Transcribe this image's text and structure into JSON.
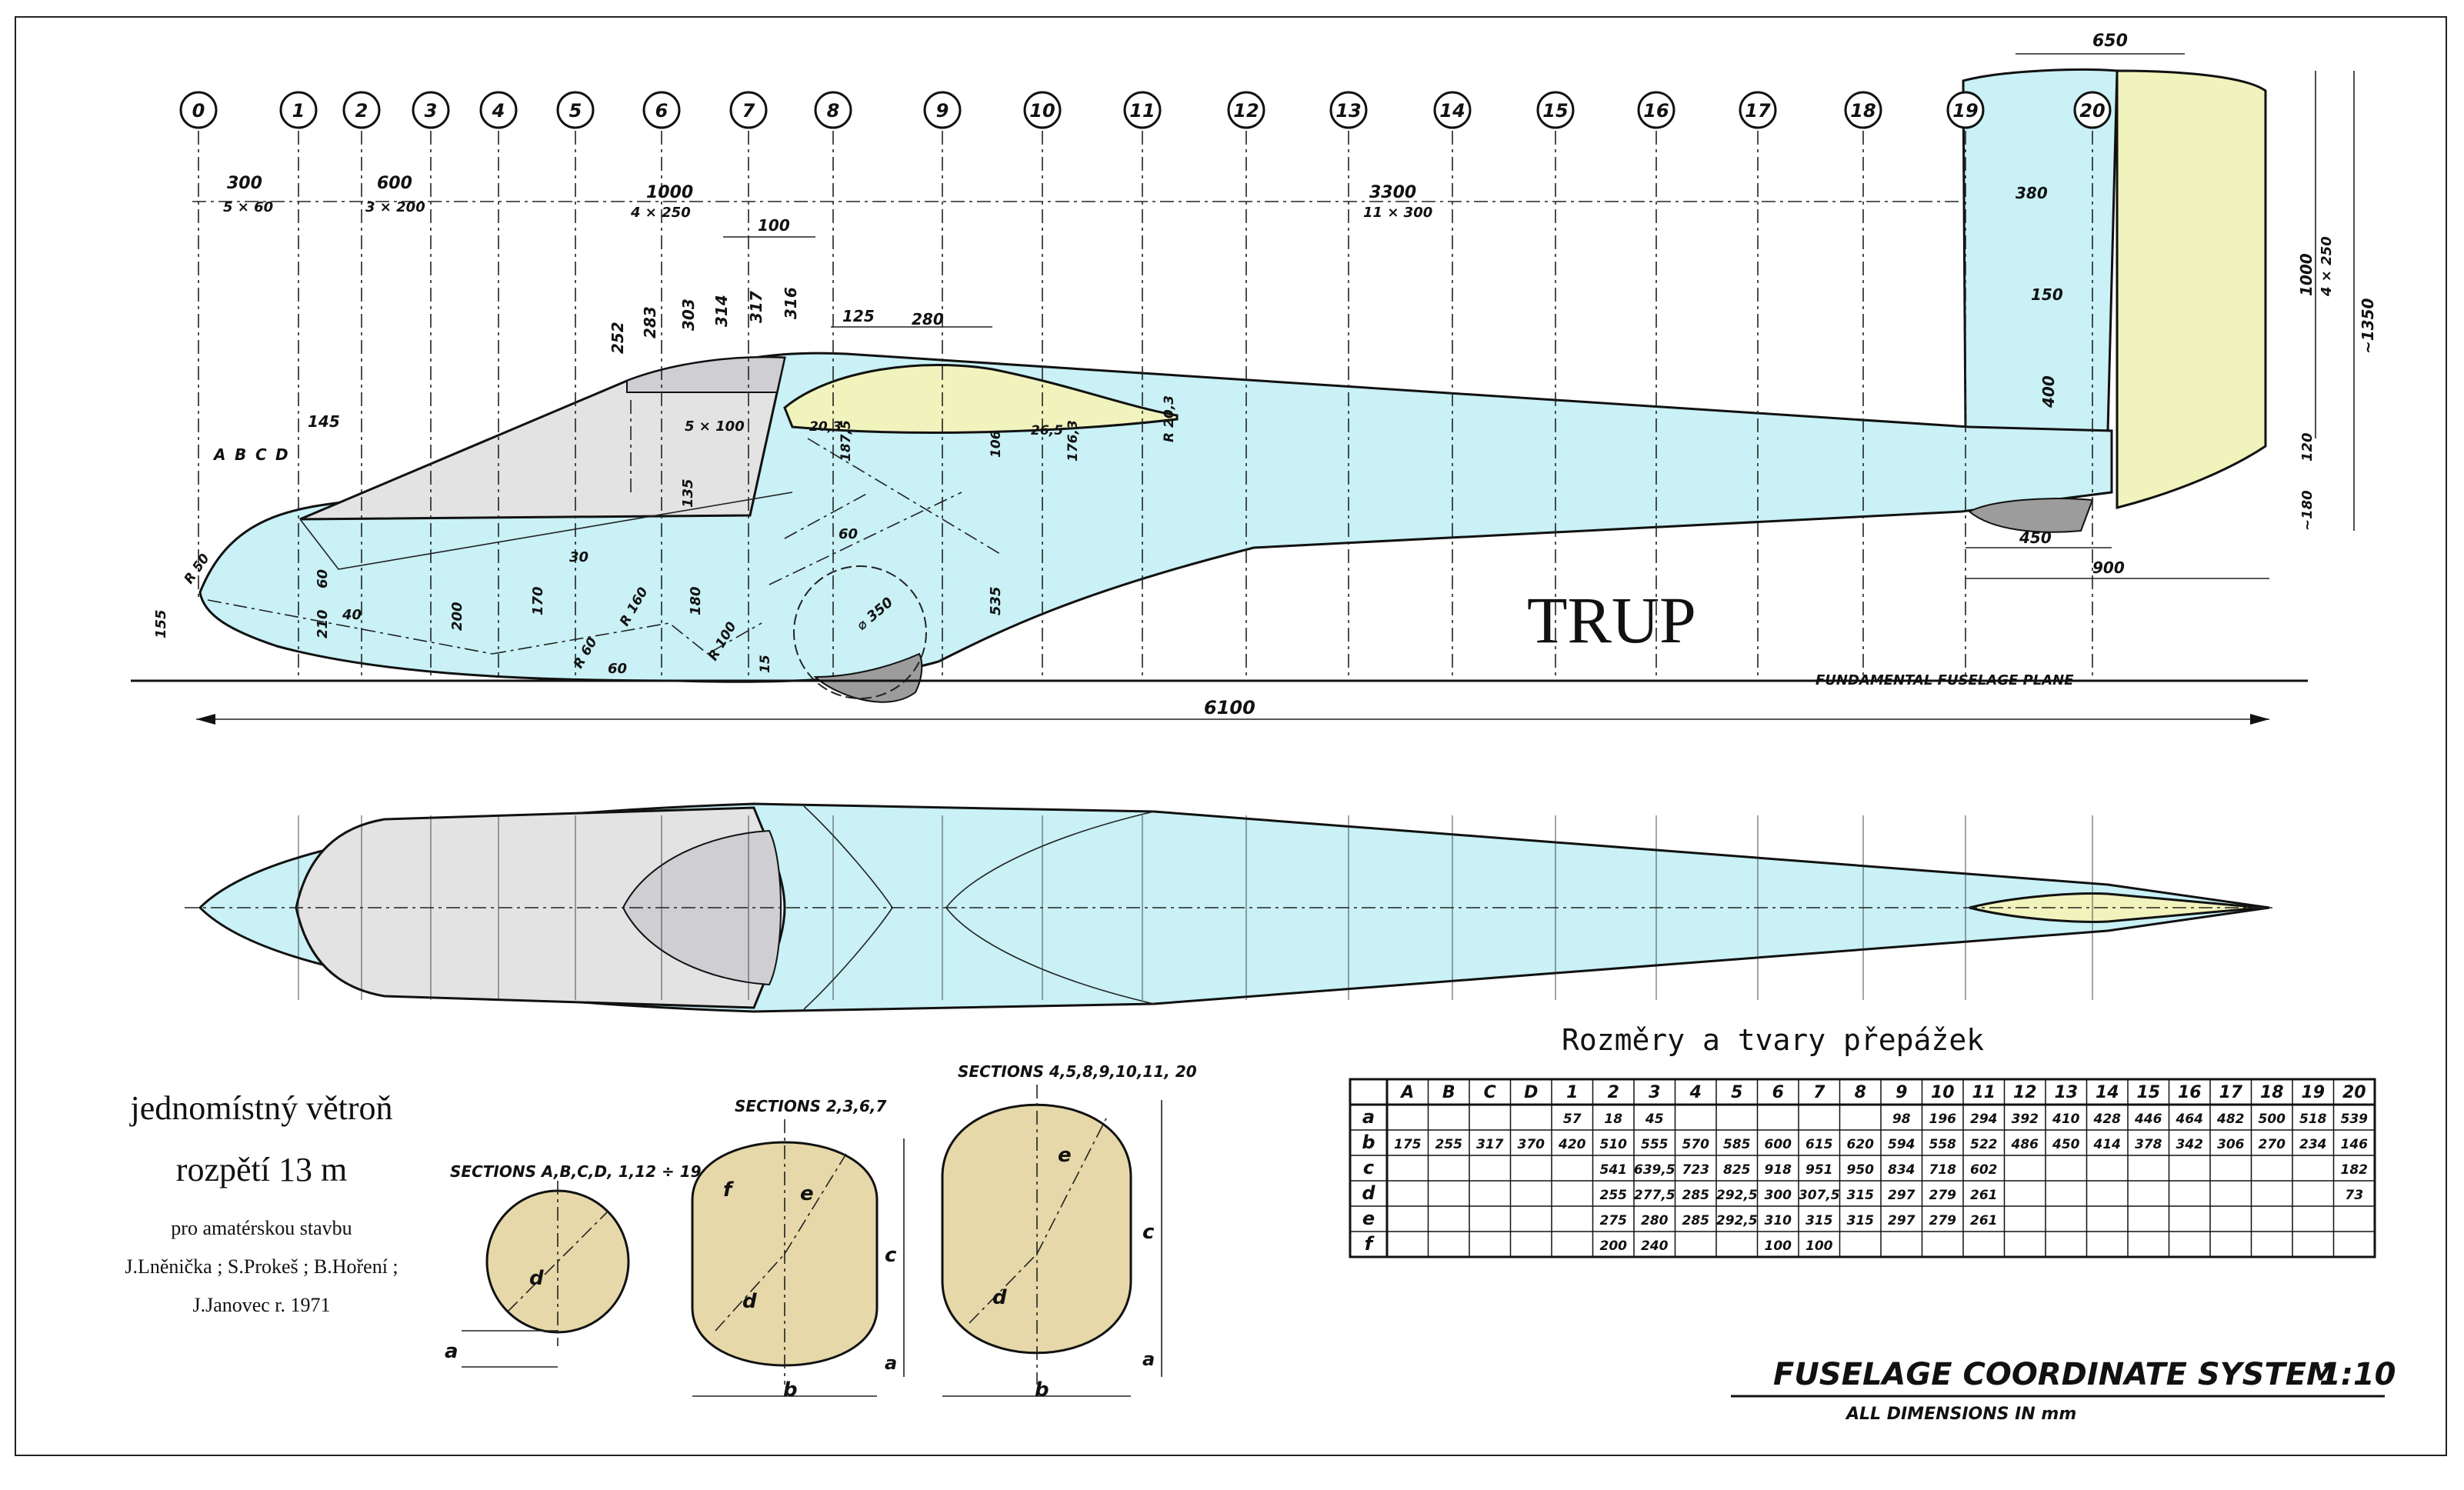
{
  "title": "TRUP",
  "stations": [
    "0",
    "1",
    "2",
    "3",
    "4",
    "5",
    "6",
    "7",
    "8",
    "9",
    "10",
    "11",
    "12",
    "13",
    "14",
    "15",
    "16",
    "17",
    "18",
    "19",
    "20"
  ],
  "stations_extra": {
    "A": "A",
    "B": "B",
    "C": "C",
    "D": "D"
  },
  "dimensions": {
    "d300": "300",
    "d5x60": "5 × 60",
    "d600": "600",
    "d3x200": "3 × 200",
    "d1000": "1000",
    "d4x250": "4 × 250",
    "d3300": "3300",
    "d11x300": "11 × 300",
    "d100": "100",
    "d252": "252",
    "d283": "283",
    "d303": "303",
    "d314": "314",
    "d317": "317",
    "d316": "316",
    "d125": "125",
    "d280": "280",
    "d145": "145",
    "d5x100": "5 × 100",
    "d203": "20,3",
    "d1875": "187,5",
    "d106": "106",
    "d265": "26,5",
    "d1763": "176,3",
    "r203": "R 20,3",
    "d135": "135",
    "d60a": "60",
    "d30": "30",
    "d60b": "60",
    "d210": "210",
    "d40": "40",
    "d200": "200",
    "d170": "170",
    "r60": "R 60",
    "r160": "R 160",
    "d180": "180",
    "r100": "R 100",
    "d60c": "60",
    "d15": "15",
    "d350": "⌀ 350",
    "d535": "535",
    "d250": "R 50",
    "d155": "155",
    "d6100": "6100",
    "d650": "650",
    "d380": "380",
    "d150": "150",
    "d400": "400",
    "d1000b": "1000",
    "d4x250b": "4 × 250",
    "d1350": "~1350",
    "d120": "120",
    "d180b": "~180",
    "d450": "450",
    "d900": "900"
  },
  "fundamental_plane": "FUNDAMENTAL FUSELAGE PLANE",
  "info": {
    "line1": "jednomístný větroň",
    "line2": "rozpětí 13 m",
    "line3": "pro amatérskou stavbu",
    "line4": "J.Lněnička ; S.Prokeš ; B.Hoření ;",
    "line5": "J.Janovec r. 1971"
  },
  "sections": {
    "s1": "SECTIONS A,B,C,D, 1,12 ÷ 19",
    "s2": "SECTIONS 2,3,6,7",
    "s3": "SECTIONS 4,5,8,9,10,11, 20",
    "a": "a",
    "b": "b",
    "c": "c",
    "d": "d",
    "e": "e",
    "f": "f"
  },
  "table": {
    "caption": "Rozměry a tvary přepážek",
    "headers": [
      "",
      "A",
      "B",
      "C",
      "D",
      "1",
      "2",
      "3",
      "4",
      "5",
      "6",
      "7",
      "8",
      "9",
      "10",
      "11",
      "12",
      "13",
      "14",
      "15",
      "16",
      "17",
      "18",
      "19",
      "20"
    ],
    "rows": [
      [
        "a",
        "",
        "",
        "",
        "",
        "57",
        "18",
        "45",
        "",
        "",
        "",
        "",
        "",
        "98",
        "196",
        "294",
        "392",
        "410",
        "428",
        "446",
        "464",
        "482",
        "500",
        "518",
        "539"
      ],
      [
        "b",
        "175",
        "255",
        "317",
        "370",
        "420",
        "510",
        "555",
        "570",
        "585",
        "600",
        "615",
        "620",
        "594",
        "558",
        "522",
        "486",
        "450",
        "414",
        "378",
        "342",
        "306",
        "270",
        "234",
        "146"
      ],
      [
        "c",
        "",
        "",
        "",
        "",
        "",
        "541",
        "639,5",
        "723",
        "825",
        "918",
        "951",
        "950",
        "834",
        "718",
        "602",
        "",
        "",
        "",
        "",
        "",
        "",
        "",
        "",
        "182"
      ],
      [
        "d",
        "",
        "",
        "",
        "",
        "",
        "255",
        "277,5",
        "285",
        "292,5",
        "300",
        "307,5",
        "315",
        "297",
        "279",
        "261",
        "",
        "",
        "",
        "",
        "",
        "",
        "",
        "",
        "73"
      ],
      [
        "e",
        "",
        "",
        "",
        "",
        "",
        "275",
        "280",
        "285",
        "292,5",
        "310",
        "315",
        "315",
        "297",
        "279",
        "261",
        "",
        "",
        "",
        "",
        "",
        "",
        "",
        "",
        ""
      ],
      [
        "f",
        "",
        "",
        "",
        "",
        "",
        "200",
        "240",
        "",
        "",
        "100",
        "100",
        "",
        "",
        "",
        "",
        "",
        "",
        "",
        "",
        "",
        "",
        "",
        "",
        ""
      ]
    ]
  },
  "footer": {
    "system": "FUSELAGE COORDINATE SYSTEM",
    "scale": "1:10",
    "note": "ALL DIMENSIONS IN mm"
  }
}
